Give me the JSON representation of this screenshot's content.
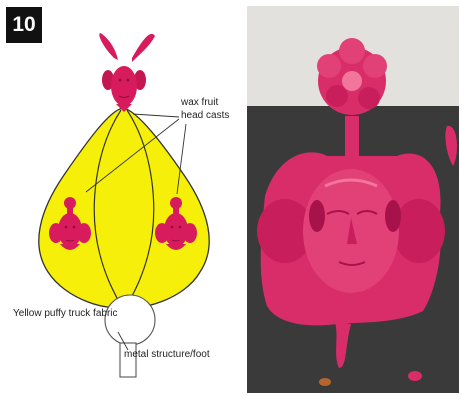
{
  "figure": {
    "number": "10"
  },
  "diagram": {
    "labels": {
      "casts_line1": "wax fruit",
      "casts_line2": "head casts",
      "fabric": "Yellow puffy truck fabric",
      "structure": "metal structure/foot"
    },
    "colors": {
      "fabric_fill": "#f5ef0a",
      "cast_pink": "#d81b5c",
      "outline": "#333333",
      "foot_fill": "#ffffff"
    }
  },
  "photo": {
    "subject": "pink wax head cast",
    "colors": {
      "wall": "#e3e1de",
      "table": "#3a3a3a",
      "wax": "#d92d6a",
      "wax_shadow": "#a8124a",
      "wax_highlight": "#f2759c"
    }
  }
}
